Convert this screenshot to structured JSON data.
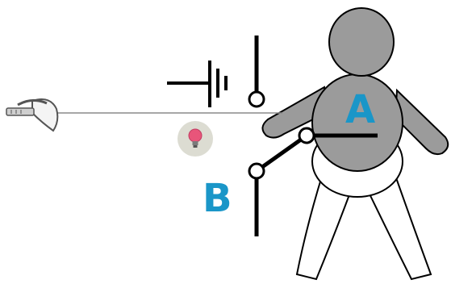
{
  "labels": {
    "a": "A",
    "b": "B"
  },
  "colors": {
    "label": "#1a96c8",
    "body_fill": "#9b9b9b",
    "shorts_fill": "#ffffff",
    "line": "#000000",
    "wire": "#8a8a8a",
    "bulb_circle": "#dcdcd2",
    "bulb_glass": "#e8557a",
    "guard_fill": "#f4f4f4"
  },
  "icons": {
    "weapon": "fencing-foil-icon",
    "lamp": "light-bulb-icon",
    "battery": "battery-symbol",
    "switch": "switch-symbol"
  }
}
